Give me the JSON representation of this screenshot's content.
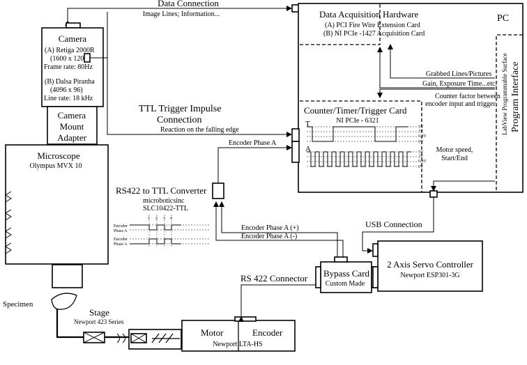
{
  "data_connection": {
    "title": "Data Connection",
    "subtitle": "Image Lines; Information..."
  },
  "camera": {
    "title": "Camera",
    "line1": "(A) Retiga 2000R",
    "line2": "(1600 x 1200)",
    "line3": "Frame rate: 80Hz",
    "line4": "(B) Dalsa Piranha",
    "line5": "(4096 x 96)",
    "line6": "Line rate: 18 kHz"
  },
  "camera_mount": {
    "line1": "Camera",
    "line2": "Mount",
    "line3": "Adapter"
  },
  "microscope": {
    "title": "Microscope",
    "model": "Olympus MVX 10"
  },
  "ttl": {
    "line1": "TTL Trigger Impulse",
    "line2": "Connection",
    "sub": "Reaction on the falling edge"
  },
  "pc": {
    "label": "PC"
  },
  "daq": {
    "title": "Data Acquisition Hardware",
    "line1": "(A) PCI Fire Wire Extension Card",
    "line2": "(B) NI PCIe -1427 Acquisition Card"
  },
  "program_interface": {
    "title": "Program Interface",
    "sub": "LabView Programmable Surface"
  },
  "flows": {
    "grabbed": "Grabbed Lines/Pictures",
    "gain": "Gain, Exposure Time...etc.",
    "counter1": "Counter factor between",
    "counter2": "encoder input and trigger",
    "motor1": "Motor speed,",
    "motor2": "Start/End"
  },
  "counter_card": {
    "title": "Counter/Timer/Trigger Card",
    "model": "NI PCIe - 6321",
    "sig_t": "T",
    "sig_a": "A",
    "levels_t": [
      "5V",
      "2V",
      "0.8V",
      "0V"
    ],
    "levels_a": [
      "5V",
      "2V",
      "0.8V",
      "0V"
    ]
  },
  "encoder_phase_a": "Encoder Phase A",
  "rs422_conv": {
    "title": "RS422 to TTL Converter",
    "maker": "microboticsinc",
    "model": "SLC10422-TTL"
  },
  "conv_diagram": {
    "pins": [
      "1",
      "2",
      "3",
      "4"
    ],
    "rows": [
      "Encoder",
      "Phase A",
      "Encoder",
      "Phase A"
    ]
  },
  "phase_plus": "Encoder Phase A (+)",
  "phase_minus": "Encoder Phase A (-)",
  "usb": "USB Connection",
  "servo": {
    "title": "2 Axis Servo Controller",
    "model": "Newport ESP301-3G"
  },
  "bypass": {
    "title": "Bypass Card",
    "sub": "Custom Made"
  },
  "rs422_connector": "RS 422 Connector",
  "specimen": "Specimen",
  "stage": {
    "title": "Stage",
    "model": "Newport 423 Series"
  },
  "motor": {
    "motor": "Motor",
    "encoder": "Encoder",
    "model": "Newport LTA-HS"
  }
}
